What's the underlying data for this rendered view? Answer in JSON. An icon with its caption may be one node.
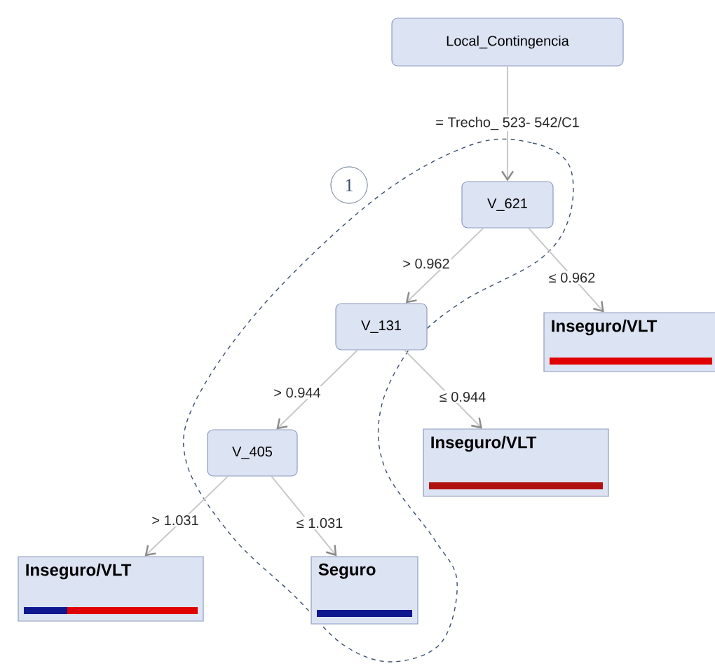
{
  "diagram": {
    "nodes": [
      {
        "text": [
          "Local_Contingencia"
        ]
      },
      {
        "text": [
          "V_621"
        ]
      },
      {
        "text": [
          "V_131"
        ]
      },
      {
        "text": [
          "Inseguro/VLT"
        ]
      },
      {
        "text": [
          "V_405"
        ]
      },
      {
        "text": [
          "Inseguro/VLT"
        ]
      },
      {
        "text": [
          "Inseguro/VLT"
        ]
      },
      {
        "text": [
          "Seguro"
        ]
      }
    ],
    "edges": [
      {
        "from": 0,
        "to": 1,
        "arrow": "to",
        "label": "= Trecho_ 523- 542/C1"
      },
      {
        "from": 1,
        "to": 2,
        "arrow": "to",
        "label": "> 0.962"
      },
      {
        "from": 1,
        "to": 3,
        "arrow": "to",
        "label": "≤ 0.962"
      },
      {
        "from": 2,
        "to": 4,
        "arrow": "to",
        "label": "> 0.944"
      },
      {
        "from": 2,
        "to": 5,
        "arrow": "to",
        "label": "≤ 0.944"
      },
      {
        "from": 4,
        "to": 6,
        "arrow": "to",
        "label": "> 1.031"
      },
      {
        "from": 4,
        "to": 7,
        "arrow": "to",
        "label": "≤ 1.031"
      }
    ],
    "labels": [
      "1"
    ]
  }
}
